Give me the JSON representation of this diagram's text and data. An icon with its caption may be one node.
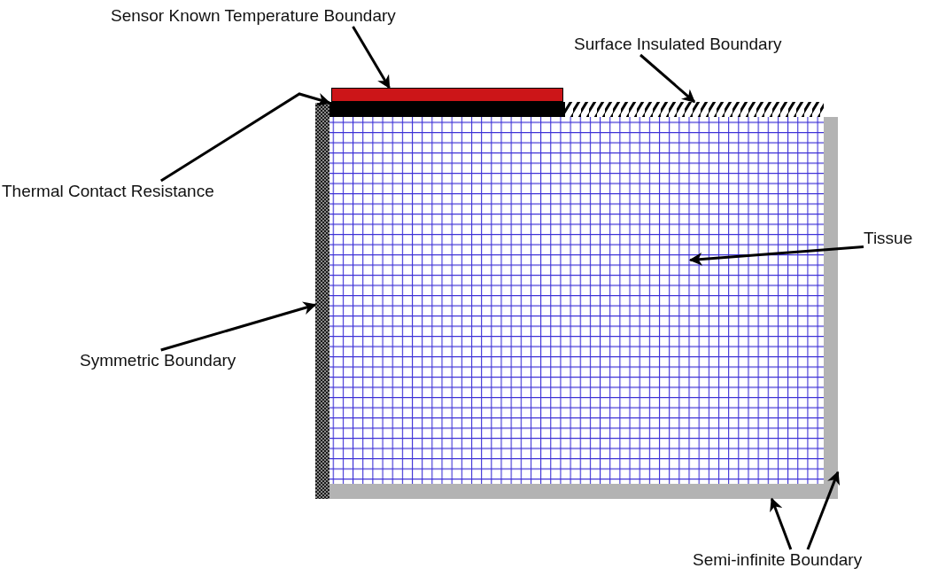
{
  "diagram": {
    "nodes": [
      {
        "text": [
          "Sensor Known Temperature Boundary"
        ]
      },
      {
        "text": [
          "Surface Insulated Boundary"
        ]
      },
      {
        "text": [
          "Thermal Contact Resistance"
        ]
      },
      {
        "text": [
          "Tissue"
        ]
      },
      {
        "text": [
          "Symmetric Boundary"
        ]
      },
      {
        "text": [
          "Semi-infinite Boundary"
        ]
      },
      {
        "text": [],
        "shape": "box"
      },
      {
        "text": [],
        "shape": "box"
      },
      {
        "text": [],
        "shape": "box"
      },
      {
        "text": [],
        "shape": "box"
      },
      {
        "text": [],
        "shape": "box",
        "in": 9
      },
      {
        "text": [],
        "shape": "box"
      }
    ],
    "edges": [
      {
        "from": 0,
        "to": 6,
        "arrow": "to"
      },
      {
        "from": 1,
        "to": 7,
        "arrow": "to"
      },
      {
        "from": 2,
        "to": 8,
        "arrow": "to"
      },
      {
        "from": 3,
        "to": 10,
        "arrow": "to"
      },
      {
        "from": 4,
        "to": 11,
        "arrow": "to"
      },
      {
        "from": 5,
        "to": 9,
        "arrow": "to"
      },
      {
        "from": 5,
        "to": 9,
        "arrow": "to"
      }
    ]
  }
}
